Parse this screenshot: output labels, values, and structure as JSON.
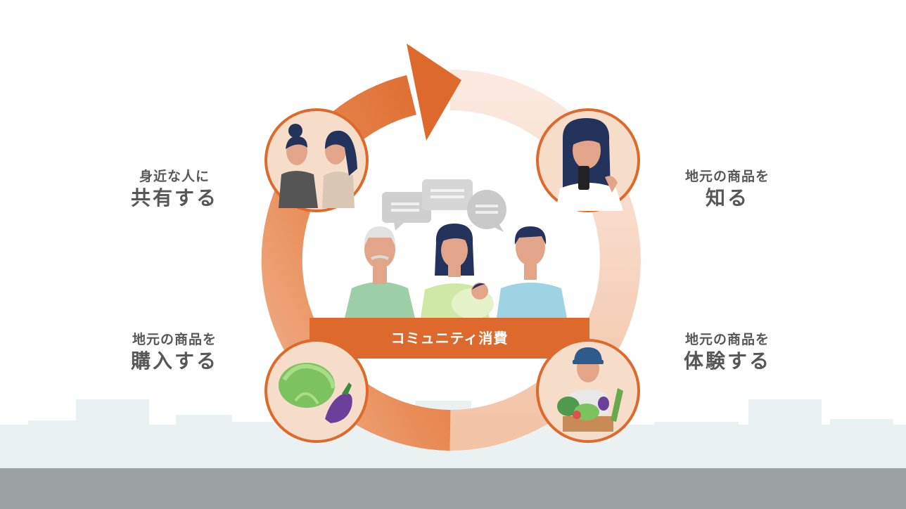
{
  "diagram": {
    "center_label": "コミュニティ消費",
    "steps": [
      {
        "id": "know",
        "line1": "地元の商品を",
        "line2": "知る",
        "icon": "woman-with-smartphone"
      },
      {
        "id": "experience",
        "line1": "地元の商品を",
        "line2": "体験する",
        "icon": "farmer-with-vegetables"
      },
      {
        "id": "buy",
        "line1": "地元の商品を",
        "line2": "購入する",
        "icon": "cabbage-and-eggplant"
      },
      {
        "id": "share",
        "line1": "身近な人に",
        "line2": "共有する",
        "icon": "two-women-talking"
      }
    ],
    "center_icon": "family-chatting",
    "colors": {
      "accent": "#dd6a2c",
      "circle_bg": "#f6ddc9",
      "ground": "#9ba0a0",
      "skyline": "#eaf1f2",
      "text": "#575757"
    }
  }
}
